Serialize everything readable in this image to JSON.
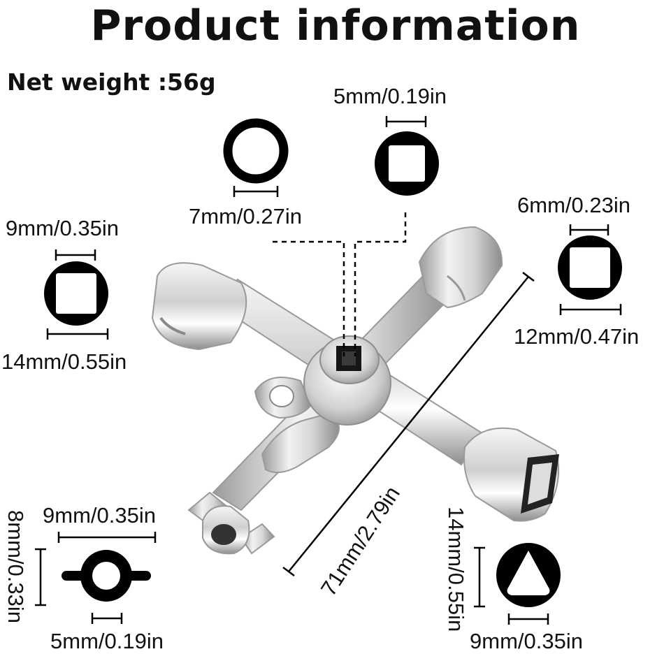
{
  "title": "Product information",
  "net_weight": "Net weight :56g",
  "dimensions": {
    "round_top": "7mm/0.27in",
    "square_small_top": "5mm/0.19in",
    "square_right_inner": "6mm/0.23in",
    "square_right_outer": "12mm/0.47in",
    "square_left_inner": "9mm/0.35in",
    "square_left_outer": "14mm/0.55in",
    "key_width": "9mm/0.35in",
    "key_height": "8mm/0.33in",
    "key_hole": "5mm/0.19in",
    "triangle_height": "14mm/0.55in",
    "triangle_width": "9mm/0.35in",
    "overall_length": "71mm/2.79in"
  }
}
